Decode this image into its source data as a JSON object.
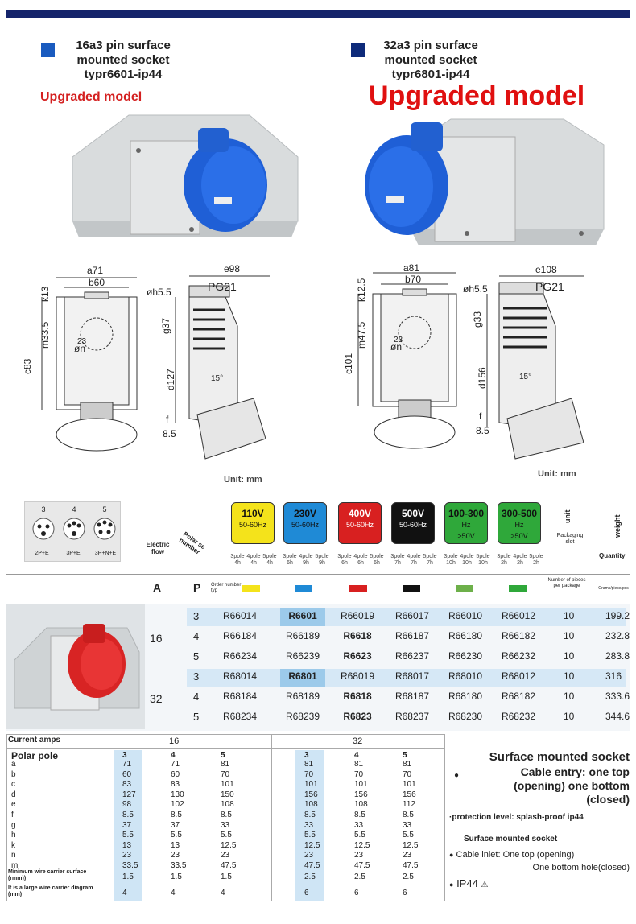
{
  "products": [
    {
      "title_l1": "16a3 pin surface",
      "title_l2": "mounted socket",
      "title_l3": "typr6601-ip44",
      "badge": "Upgraded model",
      "square_color": "#1a5bbf"
    },
    {
      "title_l1": "32a3 pin surface",
      "title_l2": "mounted socket",
      "title_l3": "typr6801-ip44",
      "badge": "Upgraded model",
      "square_color": "#0e2a7a"
    }
  ],
  "drawings": [
    {
      "a": "a71",
      "b": "b60",
      "c": "c83",
      "k": "k13",
      "m": "m33.5",
      "n": "øn",
      "n23": "23",
      "h": "øh5.5",
      "e": "e98",
      "pg": "PG21",
      "g": "g37",
      "d": "d127",
      "f": "f",
      "f85": "8.5",
      "deg": "15°",
      "unit": "Unit: mm"
    },
    {
      "a": "a81",
      "b": "b70",
      "c": "c101",
      "k": "k12.5",
      "m": "m47.5",
      "n": "øn",
      "n23": "23",
      "h": "øh5.5",
      "e": "e108",
      "pg": "PG21",
      "g": "g33",
      "d": "d156",
      "f": "f",
      "f85": "8.5",
      "deg": "15°",
      "unit": "Unit: mm"
    }
  ],
  "pins": [
    {
      "num": "3",
      "label": "2P+E"
    },
    {
      "num": "4",
      "label": "3P+E"
    },
    {
      "num": "5",
      "label": "3P+N+E"
    }
  ],
  "header": {
    "electric_flow": "Electric flow",
    "polar_number": "Polar se number",
    "packaging": "Packaging slot",
    "unit": "unit",
    "weight": "weight",
    "quantity": "Quantity",
    "col_a": "A",
    "col_p": "P",
    "order_number": "Order number typ",
    "number_of_pieces": "Number of pieces per package",
    "grams": "Grams/piece/pcs"
  },
  "voltages": [
    {
      "v": "110V",
      "hz": "50-60Hz",
      "hz2": "",
      "bg": "#f4e31b",
      "fg": "#111",
      "strip": "#f4e31b",
      "poles": [
        "3pole 4h",
        "4pole 4h",
        "5pole 4h"
      ]
    },
    {
      "v": "230V",
      "hz": "50-60Hz",
      "hz2": "",
      "bg": "#1f8ad6",
      "fg": "#111",
      "strip": "#1f8ad6",
      "poles": [
        "3pole 6h",
        "4pole 9h",
        "5pole 9h"
      ]
    },
    {
      "v": "400V",
      "hz": "50-60Hz",
      "hz2": "",
      "bg": "#d82020",
      "fg": "#fff",
      "strip": "#d82020",
      "poles": [
        "3pole 6h",
        "4pole 6h",
        "5pole 6h"
      ]
    },
    {
      "v": "500V",
      "hz": "50-60Hz",
      "hz2": "",
      "bg": "#111111",
      "fg": "#fff",
      "strip": "#111111",
      "poles": [
        "3pole 7h",
        "4pole 7h",
        "5pole 7h"
      ]
    },
    {
      "v": "100-300",
      "hz": "Hz",
      "hz2": ">50V",
      "bg": "#2fa83a",
      "fg": "#111",
      "strip": "#6db04a",
      "poles": [
        "3pole 10h",
        "4pole 10h",
        "5pole 10h"
      ]
    },
    {
      "v": "300-500",
      "hz": "Hz",
      "hz2": ">50V",
      "bg": "#2fa83a",
      "fg": "#111",
      "strip": "#2fa83a",
      "poles": [
        "3pole 2h",
        "4pole 2h",
        "5pole 2h"
      ]
    }
  ],
  "orders": [
    {
      "amp": "16",
      "rows": [
        {
          "p": "3",
          "codes": [
            "R66014",
            "R6601",
            "R66019",
            "R66017",
            "R66010",
            "R66012"
          ],
          "qty": "10",
          "weight": "199.2",
          "hl": true
        },
        {
          "p": "4",
          "codes": [
            "R66184",
            "R66189",
            "R6618",
            "R66187",
            "R66180",
            "R66182"
          ],
          "qty": "10",
          "weight": "232.8",
          "hl": false
        },
        {
          "p": "5",
          "codes": [
            "R66234",
            "R66239",
            "R6623",
            "R66237",
            "R66230",
            "R66232"
          ],
          "qty": "10",
          "weight": "283.8",
          "hl": false
        }
      ]
    },
    {
      "amp": "32",
      "rows": [
        {
          "p": "3",
          "codes": [
            "R68014",
            "R6801",
            "R68019",
            "R68017",
            "R68010",
            "R68012"
          ],
          "qty": "10",
          "weight": "316",
          "hl": true
        },
        {
          "p": "4",
          "codes": [
            "R68184",
            "R68189",
            "R6818",
            "R68187",
            "R68180",
            "R68182"
          ],
          "qty": "10",
          "weight": "333.6",
          "hl": false
        },
        {
          "p": "5",
          "codes": [
            "R68234",
            "R68239",
            "R6823",
            "R68237",
            "R68230",
            "R68232"
          ],
          "qty": "10",
          "weight": "344.6",
          "hl": false
        }
      ]
    }
  ],
  "specs": {
    "current_label": "Current amps",
    "current_16": "16",
    "current_32": "32",
    "polar_label": "Polar pole",
    "poles": [
      "3",
      "4",
      "5",
      "3",
      "4",
      "5"
    ],
    "rows": [
      {
        "k": "a",
        "v": [
          "71",
          "71",
          "81",
          "81",
          "81",
          "81"
        ]
      },
      {
        "k": "b",
        "v": [
          "60",
          "60",
          "70",
          "70",
          "70",
          "70"
        ]
      },
      {
        "k": "c",
        "v": [
          "83",
          "83",
          "101",
          "101",
          "101",
          "101"
        ]
      },
      {
        "k": "d",
        "v": [
          "127",
          "130",
          "150",
          "156",
          "156",
          "156"
        ]
      },
      {
        "k": "e",
        "v": [
          "98",
          "102",
          "108",
          "108",
          "108",
          "112"
        ]
      },
      {
        "k": "f",
        "v": [
          "8.5",
          "8.5",
          "8.5",
          "8.5",
          "8.5",
          "8.5"
        ]
      },
      {
        "k": "g",
        "v": [
          "37",
          "37",
          "33",
          "33",
          "33",
          "33"
        ]
      },
      {
        "k": "h",
        "v": [
          "5.5",
          "5.5",
          "5.5",
          "5.5",
          "5.5",
          "5.5"
        ]
      },
      {
        "k": "k",
        "v": [
          "13",
          "13",
          "12.5",
          "12.5",
          "12.5",
          "12.5"
        ]
      },
      {
        "k": "n",
        "v": [
          "23",
          "23",
          "23",
          "23",
          "23",
          "23"
        ]
      },
      {
        "k": "m",
        "v": [
          "33.5",
          "33.5",
          "47.5",
          "47.5",
          "47.5",
          "47.5"
        ]
      }
    ],
    "min_wire_label": "Minimum wire carrier surface (rmm))",
    "min_wire": [
      "1.5",
      "1.5",
      "1.5",
      "2.5",
      "2.5",
      "2.5"
    ],
    "large_wire_label": "It is a large wire carrier diagram (mm)",
    "large_wire": [
      "4",
      "4",
      "4",
      "6",
      "6",
      "6"
    ]
  },
  "features": {
    "title": "Surface mounted socket",
    "entry_l1": "Cable entry: one top",
    "entry_l2": "(opening) one bottom",
    "entry_l3": "(closed)",
    "protection": "·protection level: splash-proof ip44",
    "title2": "Surface mounted socket",
    "inlet_l1": "Cable inlet: One top (opening)",
    "inlet_l2": "One bottom hole(closed)",
    "ip": "IP44"
  }
}
